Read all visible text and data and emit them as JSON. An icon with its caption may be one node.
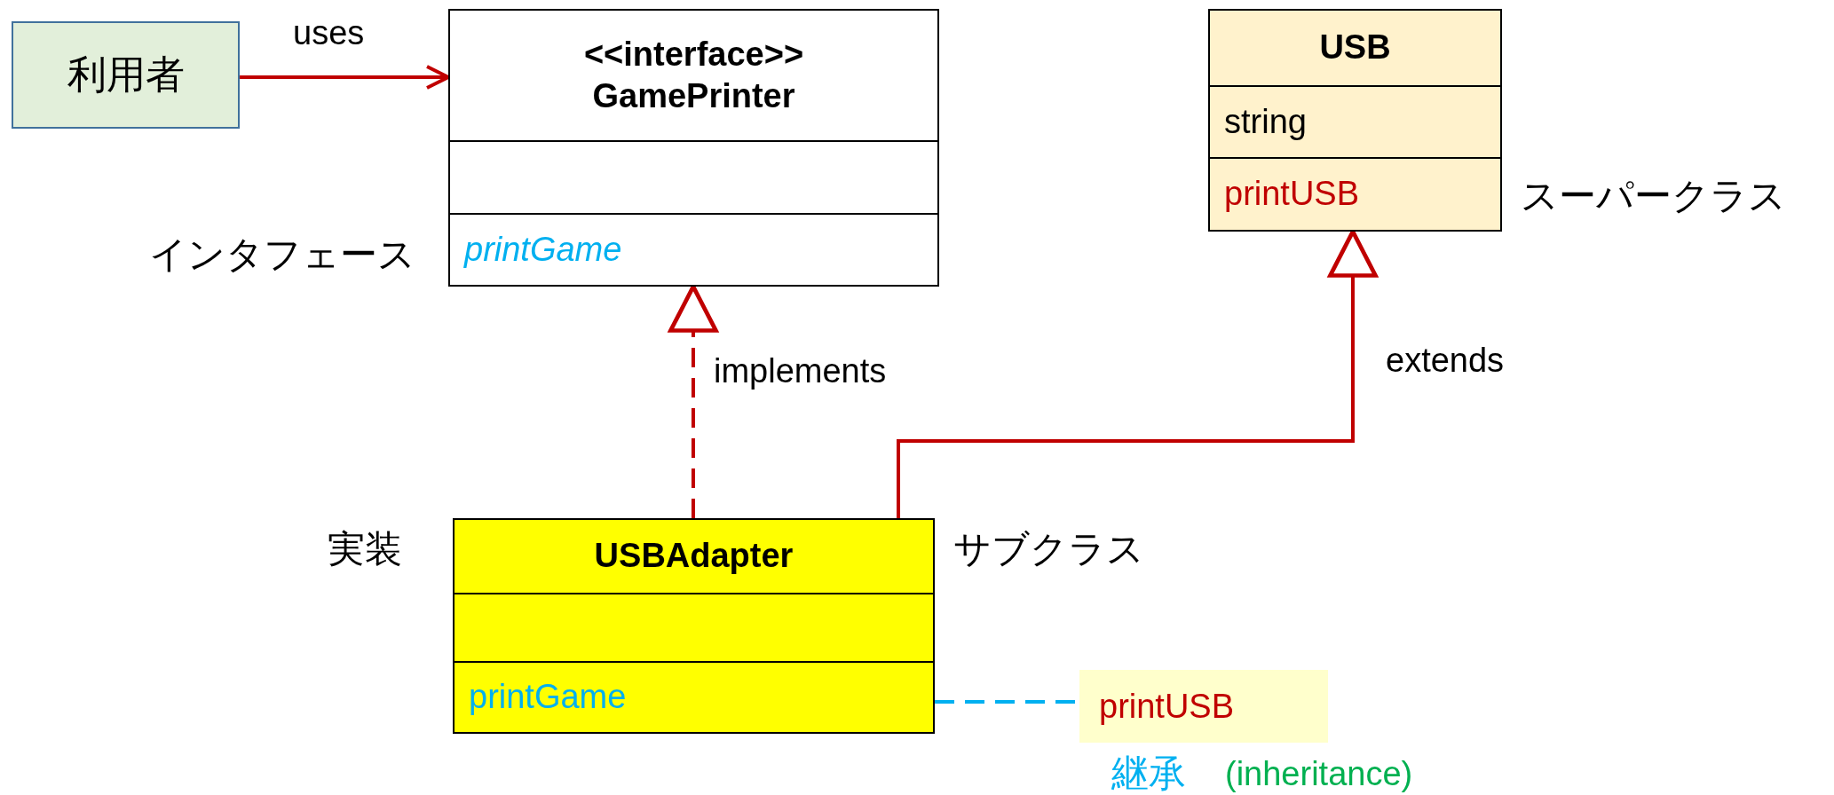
{
  "diagram": {
    "nodes": [
      {
        "text": [
          "利用者"
        ]
      },
      {
        "text": [
          "<<interface>>",
          "GamePrinter",
          "printGame"
        ],
        "beside": [
          "インタフェース"
        ]
      },
      {
        "text": [
          "USB",
          "string",
          "printUSB"
        ],
        "beside": [
          "スーパークラス"
        ]
      },
      {
        "text": [
          "USBAdapter",
          "printGame"
        ],
        "beside": [
          "実装",
          "サブクラス"
        ]
      },
      {
        "text": [
          "printUSB"
        ],
        "beside": [
          "継承",
          "(inheritance)"
        ]
      }
    ],
    "edges": [
      {
        "from": 0,
        "to": 1,
        "arrow": "to",
        "label": "uses"
      },
      {
        "from": 3,
        "to": 1,
        "arrow": "to",
        "style": "dashed",
        "label": "implements"
      },
      {
        "from": 3,
        "to": 2,
        "arrow": "to",
        "label": "extends"
      },
      {
        "from": 3,
        "to": 4,
        "arrow": "none",
        "style": "dashed",
        "color": "#00b0f0"
      }
    ]
  }
}
